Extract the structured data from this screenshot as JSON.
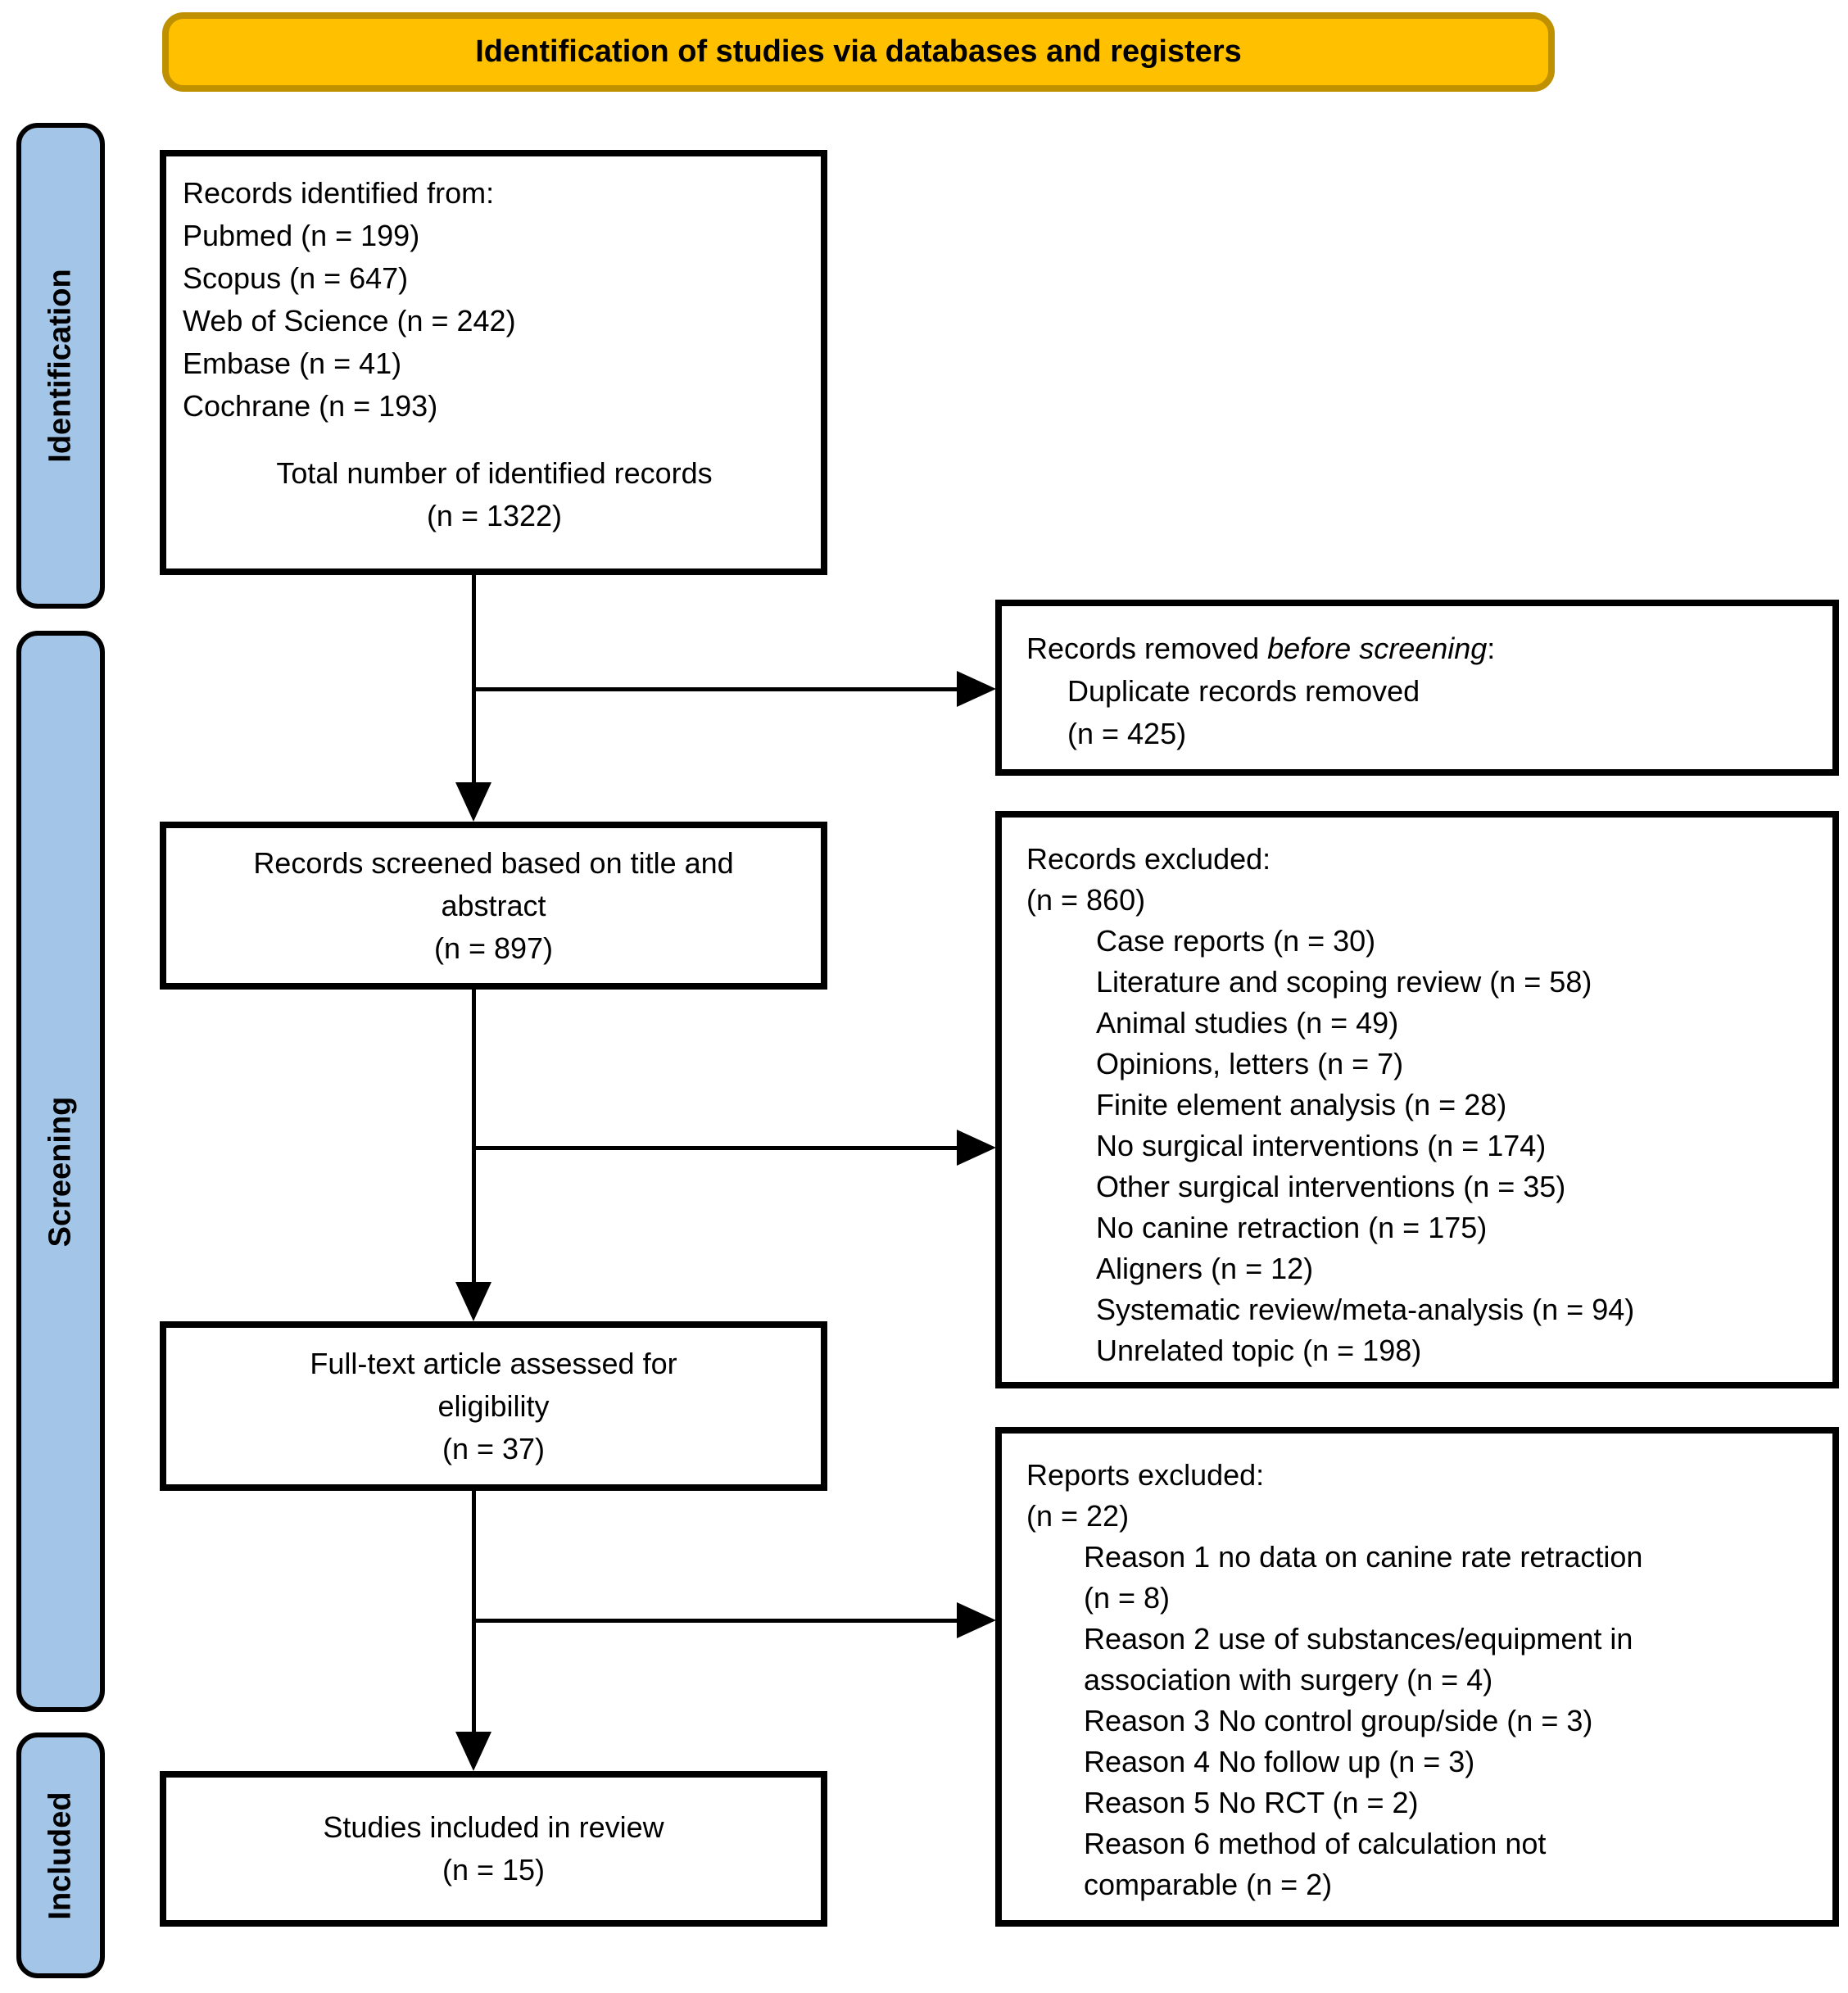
{
  "colors": {
    "banner_bg": "#FFC000",
    "banner_border": "#BF9000",
    "stage_bg": "#A3C6E8",
    "line_color": "#000000"
  },
  "banner": {
    "label": "Identification of studies via databases and registers"
  },
  "stages": {
    "identification": "Identification",
    "screening": "Screening",
    "included": "Included"
  },
  "identified_box": {
    "title": "Records identified from:",
    "sources": [
      "Pubmed (n = 199)",
      "Scopus (n = 647)",
      "Web of Science (n = 242)",
      "Embase (n = 41)",
      "Cochrane (n = 193)"
    ],
    "total": "Total number of identified records",
    "total_n": "(n = 1322)"
  },
  "removed_box": {
    "title_prefix": "Records removed ",
    "title_italic": "before screening",
    "title_suffix": ":",
    "lines": [
      "Duplicate records removed",
      "(n = 425)"
    ]
  },
  "screened_box": {
    "lines": [
      "Records screened based on title and",
      "abstract",
      "(n = 897)"
    ]
  },
  "records_excluded_box": {
    "title": "Records excluded:",
    "n": "(n = 860)",
    "reasons": [
      "Case reports (n = 30)",
      "Literature and scoping review (n = 58)",
      "Animal studies (n = 49)",
      "Opinions, letters (n = 7)",
      "Finite element analysis (n = 28)",
      "No surgical interventions (n = 174)",
      "Other surgical interventions  (n = 35)",
      "No canine retraction (n = 175)",
      "Aligners (n = 12)",
      "Systematic review/meta-analysis (n = 94)",
      "Unrelated topic (n = 198)"
    ]
  },
  "fulltext_box": {
    "lines": [
      "Full-text article assessed for",
      "eligibility",
      "(n = 37)"
    ]
  },
  "reports_excluded_box": {
    "title": "Reports excluded:",
    "n": "(n = 22)",
    "lines": [
      "Reason 1 no data on canine rate retraction",
      "(n = 8)",
      "Reason 2 use of substances/equipment in",
      "association with surgery (n = 4)",
      "Reason 3 No control group/side (n = 3)",
      "Reason 4 No follow up (n = 3)",
      "Reason 5 No RCT (n = 2)",
      "Reason 6 method of calculation not",
      "comparable (n = 2)"
    ]
  },
  "included_box": {
    "lines": [
      "Studies included in review",
      "(n = 15)"
    ]
  }
}
